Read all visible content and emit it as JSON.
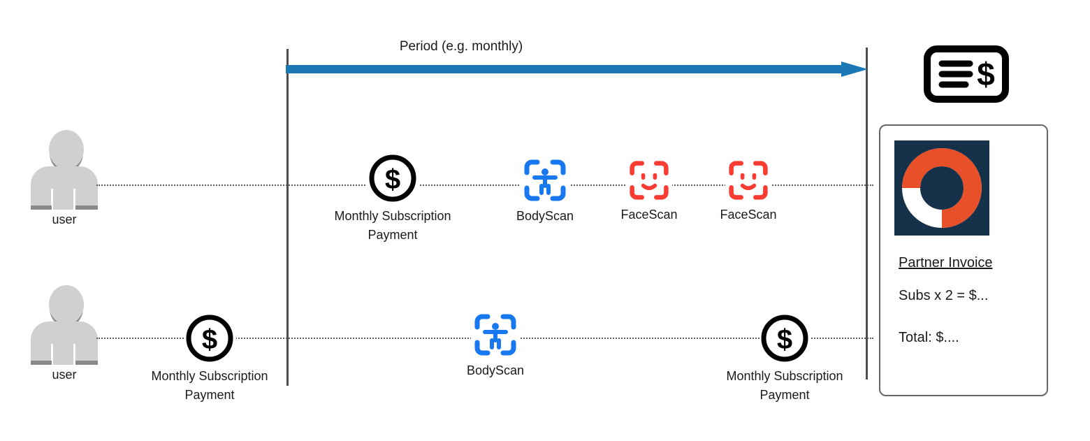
{
  "diagram": {
    "title": "Subscription billing period timeline",
    "colors": {
      "period_arrow": "#1b78b5",
      "rule": "#4d4d4d",
      "bodyscan": "#1878f0",
      "facescan": "#fa3c32",
      "actor_fill": "#d0d0d0",
      "actor_shadow": "#8a8a8a",
      "logo_bg": "#16314a",
      "logo_ring": "#e8502a",
      "logo_gap": "#ffffff",
      "lifeline": "#5a5a5a",
      "card_border": "#666666"
    }
  },
  "period": {
    "label": "Period (e.g. monthly)",
    "arrow_icon": "right-arrow-icon"
  },
  "actors": [
    {
      "label": "user",
      "icon": "user-avatar-icon"
    },
    {
      "label": "user",
      "icon": "user-avatar-icon"
    }
  ],
  "rows": [
    {
      "name": "user-1-timeline",
      "events": [
        {
          "icon": "dollar-coin-icon",
          "label": "Monthly Subscription\nPayment"
        },
        {
          "icon": "bodyscan-icon",
          "label": "BodyScan"
        },
        {
          "icon": "facescan-icon",
          "label": "FaceScan"
        },
        {
          "icon": "facescan-icon",
          "label": "FaceScan"
        }
      ]
    },
    {
      "name": "user-2-timeline",
      "events": [
        {
          "icon": "dollar-coin-icon",
          "label": "Monthly Subscription\nPayment"
        },
        {
          "icon": "bodyscan-icon",
          "label": "BodyScan"
        },
        {
          "icon": "dollar-coin-icon",
          "label": "Monthly Subscription\nPayment"
        }
      ]
    }
  ],
  "invoice": {
    "receipt_icon": "receipt-dollar-icon",
    "logo_icon": "donut-logo-icon",
    "title": "Partner Invoice",
    "lines": [
      "Subs x 2 = $...",
      "Total: $...."
    ]
  }
}
